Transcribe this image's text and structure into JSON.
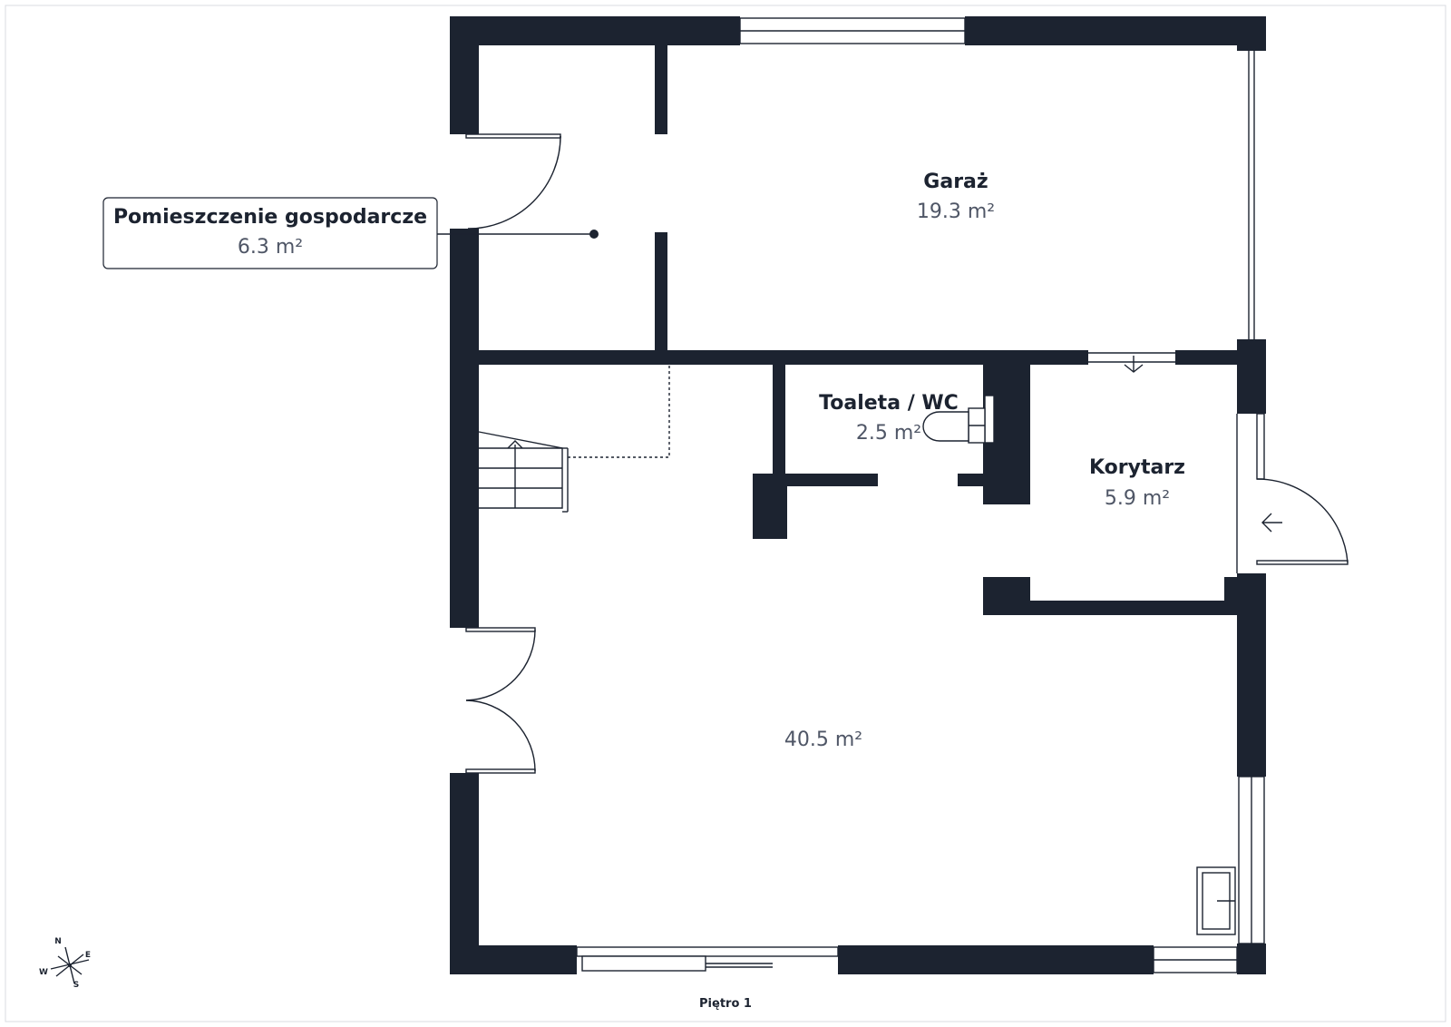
{
  "plan": {
    "floor_label": "Piętro 1",
    "wall_color": "#1c2330",
    "rooms": [
      {
        "id": "garage",
        "name": "Garaż",
        "area": "19.3 m²"
      },
      {
        "id": "utility",
        "name": "Pomieszczenie gospodarcze",
        "area": "6.3 m²"
      },
      {
        "id": "toilet",
        "name": "Toaleta / WC",
        "area": "2.5 m²"
      },
      {
        "id": "corridor",
        "name": "Korytarz",
        "area": "5.9 m²"
      },
      {
        "id": "living",
        "name": "",
        "area": "40.5 m²"
      }
    ],
    "compass": {
      "n": "N",
      "e": "E",
      "s": "S",
      "w": "W"
    }
  }
}
